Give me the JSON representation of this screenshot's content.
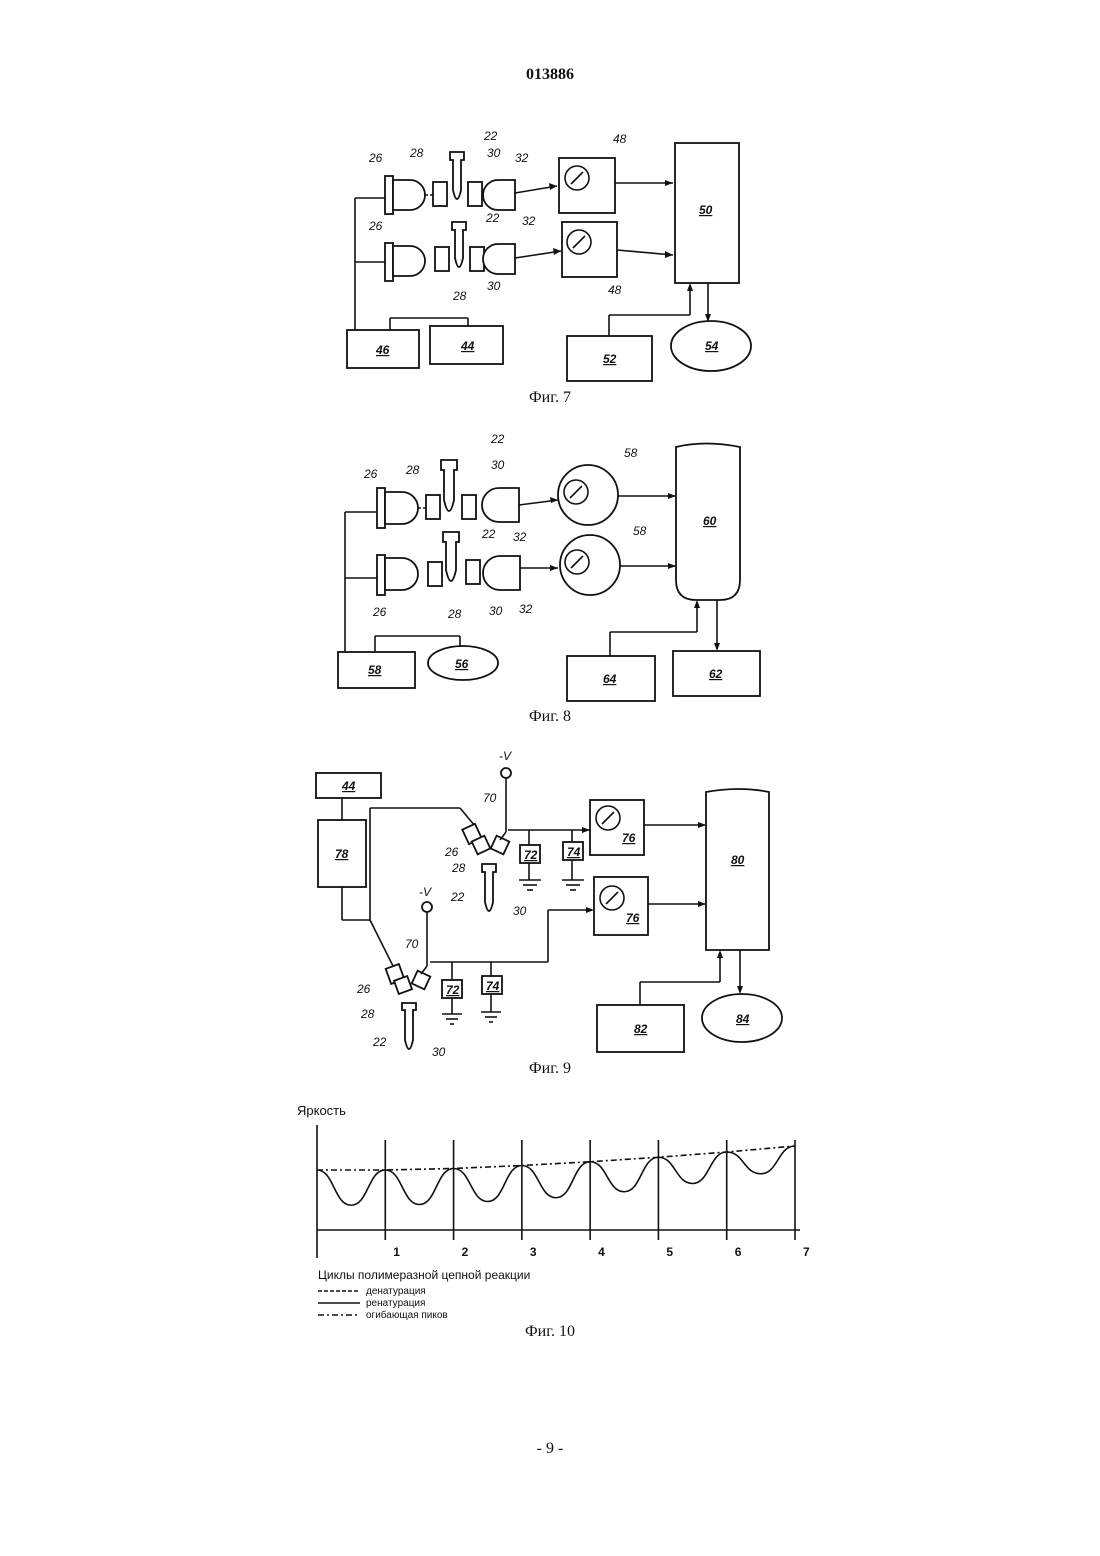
{
  "page": {
    "header": "013886",
    "footer": "- 9 -"
  },
  "fig7": {
    "caption": "Фиг. 7",
    "labels": {
      "l26a": "26",
      "l28a": "28",
      "l22a": "22",
      "l30a": "30",
      "l32a": "32",
      "l48a": "48",
      "l26b": "26",
      "l22b": "22",
      "l32b": "32",
      "l28b": "28",
      "l30b": "30",
      "l48b": "48",
      "b50": "50",
      "b46": "46",
      "b44": "44",
      "b52": "52",
      "b54": "54"
    }
  },
  "fig8": {
    "caption": "Фиг. 8",
    "labels": {
      "l26a": "26",
      "l28a": "28",
      "l22a": "22",
      "l30a": "30",
      "l32a": "32",
      "l58a": "58",
      "l22b": "22",
      "l58b": "58",
      "l26b": "26",
      "l28b": "28",
      "l30b": "30",
      "l32b": "32",
      "b60": "60",
      "b58": "58",
      "b56": "56",
      "b64": "64",
      "b62": "62"
    }
  },
  "fig9": {
    "caption": "Фиг. 9",
    "labels": {
      "b44": "44",
      "b78": "78",
      "vtop": "-V",
      "l70a": "70",
      "l26a": "26",
      "l28a": "28",
      "b72a": "72",
      "b74a": "74",
      "b76a": "76",
      "l22a": "22",
      "l30a": "30",
      "vbot": "-V",
      "l70b": "70",
      "b76b": "76",
      "b72b": "72",
      "b74b": "74",
      "l26b": "26",
      "l28b": "28",
      "l22b": "22",
      "l30b": "30",
      "b80": "80",
      "b82": "82",
      "b84": "84"
    }
  },
  "chart_data": {
    "type": "line",
    "caption": "Фиг. 10",
    "ylabel": "Яркость",
    "xlabel": "Циклы полимеразной цепной реакции",
    "x_ticks": [
      "1",
      "2",
      "3",
      "4",
      "5",
      "6",
      "7"
    ],
    "xlim": [
      0,
      7
    ],
    "grid": true,
    "legend": [
      "денатурация",
      "ренатурация",
      "огибающая пиков"
    ],
    "series": [
      {
        "name": "огибающая пиков",
        "x": [
          0,
          1,
          2,
          3,
          4,
          5,
          6,
          7
        ],
        "y": [
          0.8,
          0.8,
          0.82,
          0.86,
          0.91,
          0.97,
          1.04,
          1.12
        ]
      },
      {
        "name": "ренатурация",
        "x": [
          0.5,
          1.5,
          2.5,
          3.5,
          4.5,
          5.5,
          6.5
        ],
        "y": [
          0.33,
          0.34,
          0.38,
          0.43,
          0.51,
          0.62,
          0.75
        ]
      }
    ]
  }
}
